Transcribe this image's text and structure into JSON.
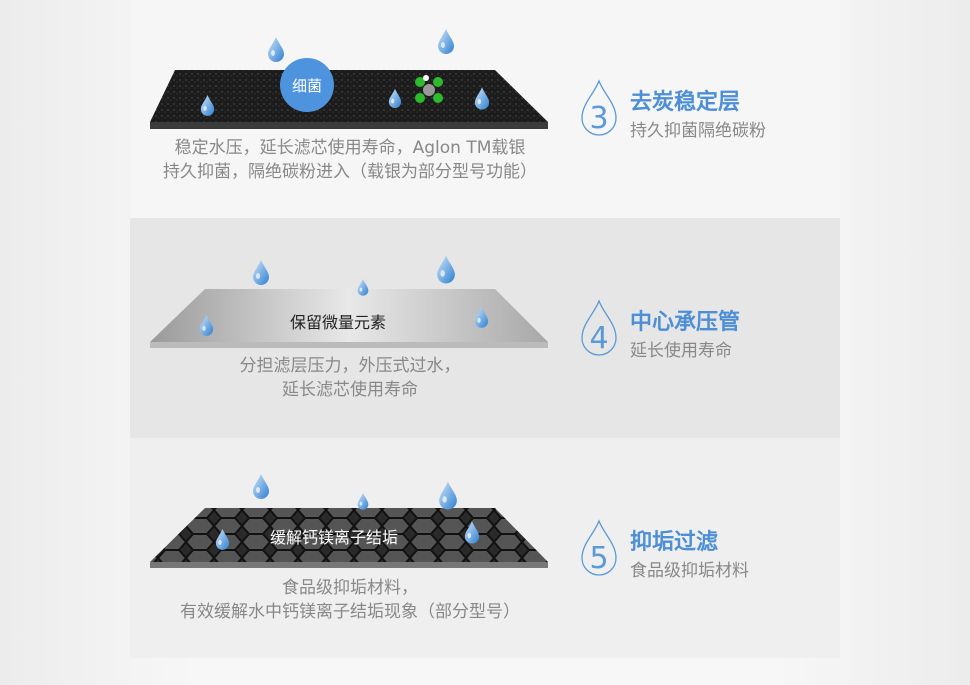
{
  "sections": [
    {
      "number": "3",
      "title": "去炭稳定层",
      "subtitle": "持久抑菌隔绝碳粉",
      "layer_label": "细菌",
      "desc": [
        "稳定水压，延长滤芯使用寿命，Aglon TM载银",
        "持久抑菌，隔绝碳粉进入（载银为部分型号功能）"
      ]
    },
    {
      "number": "4",
      "title": "中心承压管",
      "subtitle": "延长使用寿命",
      "layer_label": "保留微量元素",
      "desc": [
        "分担滤层压力，外压式过水，",
        "延长滤芯使用寿命"
      ]
    },
    {
      "number": "5",
      "title": "抑垢过滤",
      "subtitle": "食品级抑垢材料",
      "layer_label": "缓解钙镁离子结垢",
      "desc": [
        "食品级抑垢材料，",
        "有效缓解水中钙镁离子结垢现象（部分型号）"
      ]
    }
  ],
  "colors": {
    "accent": "#4d8fd6",
    "text": "#888888"
  }
}
